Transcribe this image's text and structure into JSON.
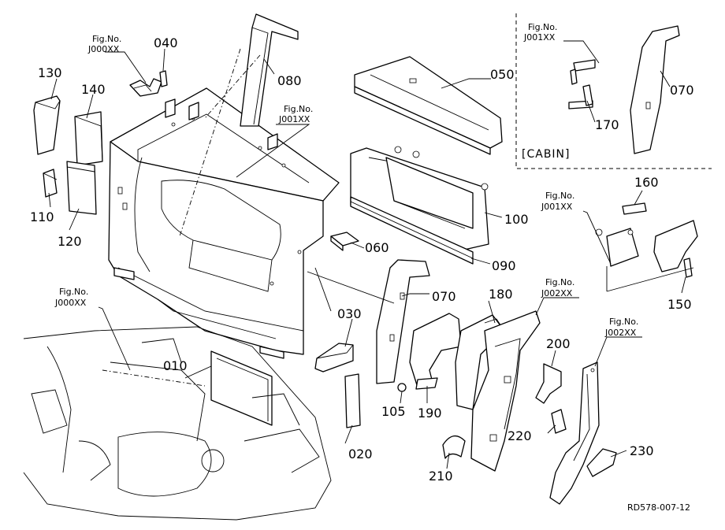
{
  "diagram": {
    "code": "RD578-007-12",
    "cabin_label": "[CABIN]",
    "fig_refs": [
      {
        "title": "Fig.No.",
        "code": "J000XX"
      },
      {
        "title": "Fig.No.",
        "code": "J001XX"
      },
      {
        "title": "Fig.No.",
        "code": "J001XX"
      },
      {
        "title": "Fig.No.",
        "code": "J001XX"
      },
      {
        "title": "Fig.No.",
        "code": "J000XX"
      },
      {
        "title": "Fig.No.",
        "code": "J002XX"
      },
      {
        "title": "Fig.No.",
        "code": "J002XX"
      }
    ],
    "parts": {
      "p010": "010",
      "p020": "020",
      "p030": "030",
      "p040": "040",
      "p050": "050",
      "p060": "060",
      "p070a": "070",
      "p070b": "070",
      "p080": "080",
      "p090": "090",
      "p100": "100",
      "p105": "105",
      "p110": "110",
      "p120": "120",
      "p130": "130",
      "p140": "140",
      "p150": "150",
      "p160": "160",
      "p170": "170",
      "p180": "180",
      "p190": "190",
      "p200": "200",
      "p210": "210",
      "p220": "220",
      "p230": "230"
    }
  }
}
